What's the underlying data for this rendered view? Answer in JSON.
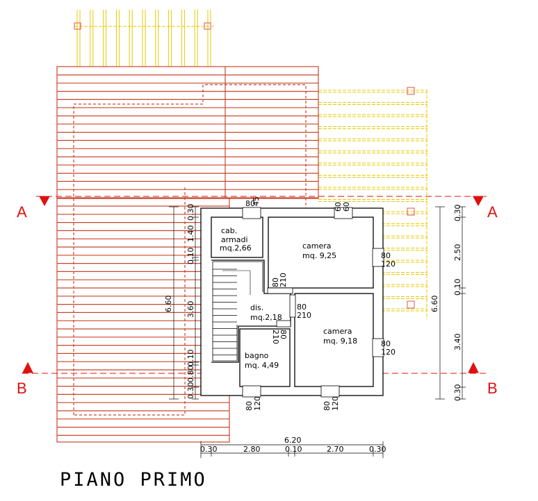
{
  "title": "PIANO PRIMO",
  "colors": {
    "roof": "#c8462e",
    "section": "#e01010",
    "pergola": "#e8c800",
    "wall": "#000000"
  },
  "rooms": [
    {
      "name": "cab.",
      "name2": "armadi",
      "area": "mq.2,66"
    },
    {
      "name": "camera",
      "area": "mq.  9,25"
    },
    {
      "name": "dis.",
      "area": "mq.2,18"
    },
    {
      "name": "camera",
      "area": "mq.  9,18"
    },
    {
      "name": "bagno",
      "area": "mq.  4,49"
    }
  ],
  "openings": {
    "top1_w": "80",
    "top1_h": "45",
    "top2_w": "60",
    "top2_h": "60",
    "right1_w": "80",
    "right1_h": "120",
    "right2_w": "80",
    "right2_h": "120",
    "dis_w": "80",
    "dis_h": "210",
    "cam_w": "80",
    "cam_h": "210",
    "bagno_w": "80",
    "bagno_h": "210",
    "bot1_w": "80",
    "bot1_h": "120",
    "bot2_w": "80",
    "bot2_h": "120"
  },
  "section_marks": {
    "a": "A",
    "b": "B"
  },
  "dimensions": {
    "left": {
      "total": "6.60",
      "d1": "0.30",
      "d2": "1.40",
      "d3": "0.10",
      "d4": "3.60",
      "d5": "0.10",
      "d6": "0.80",
      "d7": "0.30"
    },
    "right": {
      "total": "6.60",
      "d1": "0.30",
      "d2": "2.50",
      "d3": "0.10",
      "d4": "3.40",
      "d5": "0.30"
    },
    "bottom": {
      "total": "6.20",
      "d1": "0.30",
      "d2": "2.80",
      "d3": "0.10",
      "d4": "2.70",
      "d5": "0.30"
    }
  }
}
